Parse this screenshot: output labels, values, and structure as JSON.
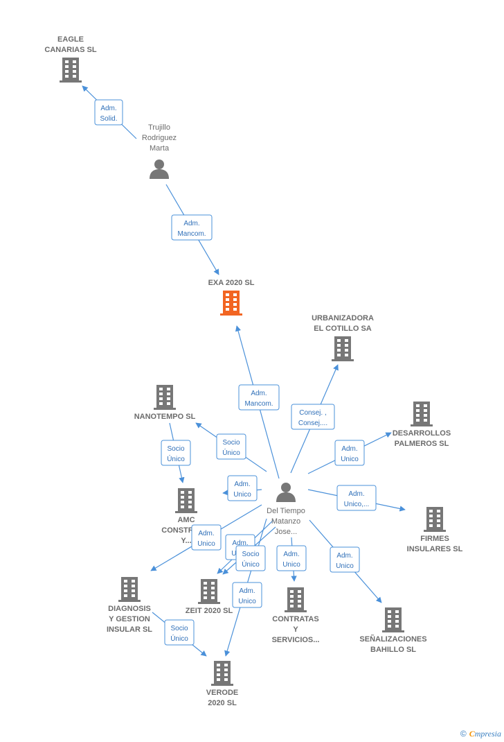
{
  "colors": {
    "edge": "#4a90d9",
    "company": "#777777",
    "company_main": "#f26522",
    "person": "#777777",
    "label": "#6b6b6b",
    "rel_text": "#2f6fb8"
  },
  "nodes": [
    {
      "id": "eagle",
      "kind": "company",
      "icon": "building-icon",
      "lines": [
        "EAGLE",
        "CANARIAS  SL"
      ]
    },
    {
      "id": "trujillo",
      "kind": "person",
      "icon": "person-icon",
      "lines": [
        "Trujillo",
        "Rodriguez",
        "Marta"
      ]
    },
    {
      "id": "exa",
      "kind": "company-main",
      "icon": "building-icon",
      "lines": [
        "EXA 2020  SL"
      ]
    },
    {
      "id": "urbanizadora",
      "kind": "company",
      "icon": "building-icon",
      "lines": [
        "URBANIZADORA",
        "EL COTILLO SA"
      ]
    },
    {
      "id": "nanotempo",
      "kind": "company",
      "icon": "building-icon",
      "lines": [
        "NANOTEMPO SL"
      ]
    },
    {
      "id": "desarrollos",
      "kind": "company",
      "icon": "building-icon",
      "lines": [
        "DESARROLLOS",
        "PALMEROS  SL"
      ]
    },
    {
      "id": "amc",
      "kind": "company",
      "icon": "building-icon",
      "lines": [
        "AMC",
        "CONSTRUC...",
        "Y..."
      ]
    },
    {
      "id": "deltiempo",
      "kind": "person",
      "icon": "person-icon",
      "lines": [
        "Del Tiempo",
        "Matanzo",
        "Jose..."
      ]
    },
    {
      "id": "firmes",
      "kind": "company",
      "icon": "building-icon",
      "lines": [
        "FIRMES",
        "INSULARES  SL"
      ]
    },
    {
      "id": "diagnosis",
      "kind": "company",
      "icon": "building-icon",
      "lines": [
        "DIAGNOSIS",
        "Y GESTION",
        "INSULAR SL"
      ]
    },
    {
      "id": "zeit",
      "kind": "company",
      "icon": "building-icon",
      "lines": [
        "ZEIT 2020  SL"
      ]
    },
    {
      "id": "contratas",
      "kind": "company",
      "icon": "building-icon",
      "lines": [
        "CONTRATAS",
        "Y",
        "SERVICIOS..."
      ]
    },
    {
      "id": "senalizaciones",
      "kind": "company",
      "icon": "building-icon",
      "lines": [
        "SEÑALIZACIONES",
        "BAHILLO  SL"
      ]
    },
    {
      "id": "verode",
      "kind": "company",
      "icon": "building-icon",
      "lines": [
        "VERODE",
        "2020  SL"
      ]
    }
  ],
  "edges": [
    {
      "from": "trujillo",
      "to": "eagle",
      "label": [
        "Adm.",
        "Solid."
      ]
    },
    {
      "from": "trujillo",
      "to": "exa",
      "label": [
        "Adm.",
        "Mancom."
      ]
    },
    {
      "from": "deltiempo",
      "to": "exa",
      "label": [
        "Adm.",
        "Mancom."
      ]
    },
    {
      "from": "deltiempo",
      "to": "urbanizadora",
      "label": [
        "Consej. ,",
        "Consej...."
      ]
    },
    {
      "from": "deltiempo",
      "to": "nanotempo",
      "label": [
        "Socio",
        "Único"
      ]
    },
    {
      "from": "nanotempo",
      "to": "amc",
      "label": [
        "Socio",
        "Único"
      ]
    },
    {
      "from": "deltiempo",
      "to": "desarrollos",
      "label": [
        "Adm.",
        "Unico"
      ]
    },
    {
      "from": "deltiempo",
      "to": "amc",
      "label": [
        "Adm.",
        "Unico"
      ]
    },
    {
      "from": "deltiempo",
      "to": "firmes",
      "label": [
        "Adm.",
        "Unico,..."
      ]
    },
    {
      "from": "deltiempo",
      "to": "diagnosis",
      "label": [
        "Adm.",
        "Unico"
      ]
    },
    {
      "from": "deltiempo",
      "to": "zeit",
      "label": [
        "Adm.",
        "Unico"
      ]
    },
    {
      "from": "deltiempo",
      "to": "zeit",
      "label": [
        "Socio",
        "Único"
      ]
    },
    {
      "from": "deltiempo",
      "to": "contratas",
      "label": [
        "Adm.",
        "Unico"
      ]
    },
    {
      "from": "deltiempo",
      "to": "senalizaciones",
      "label": [
        "Adm.",
        "Unico"
      ]
    },
    {
      "from": "deltiempo",
      "to": "verode",
      "label": [
        "Adm.",
        "Unico"
      ]
    },
    {
      "from": "diagnosis",
      "to": "verode",
      "label": [
        "Socio",
        "Único"
      ]
    }
  ],
  "footer": {
    "copyright": "©",
    "brand_initial": "C",
    "brand_rest": "mpresia"
  }
}
